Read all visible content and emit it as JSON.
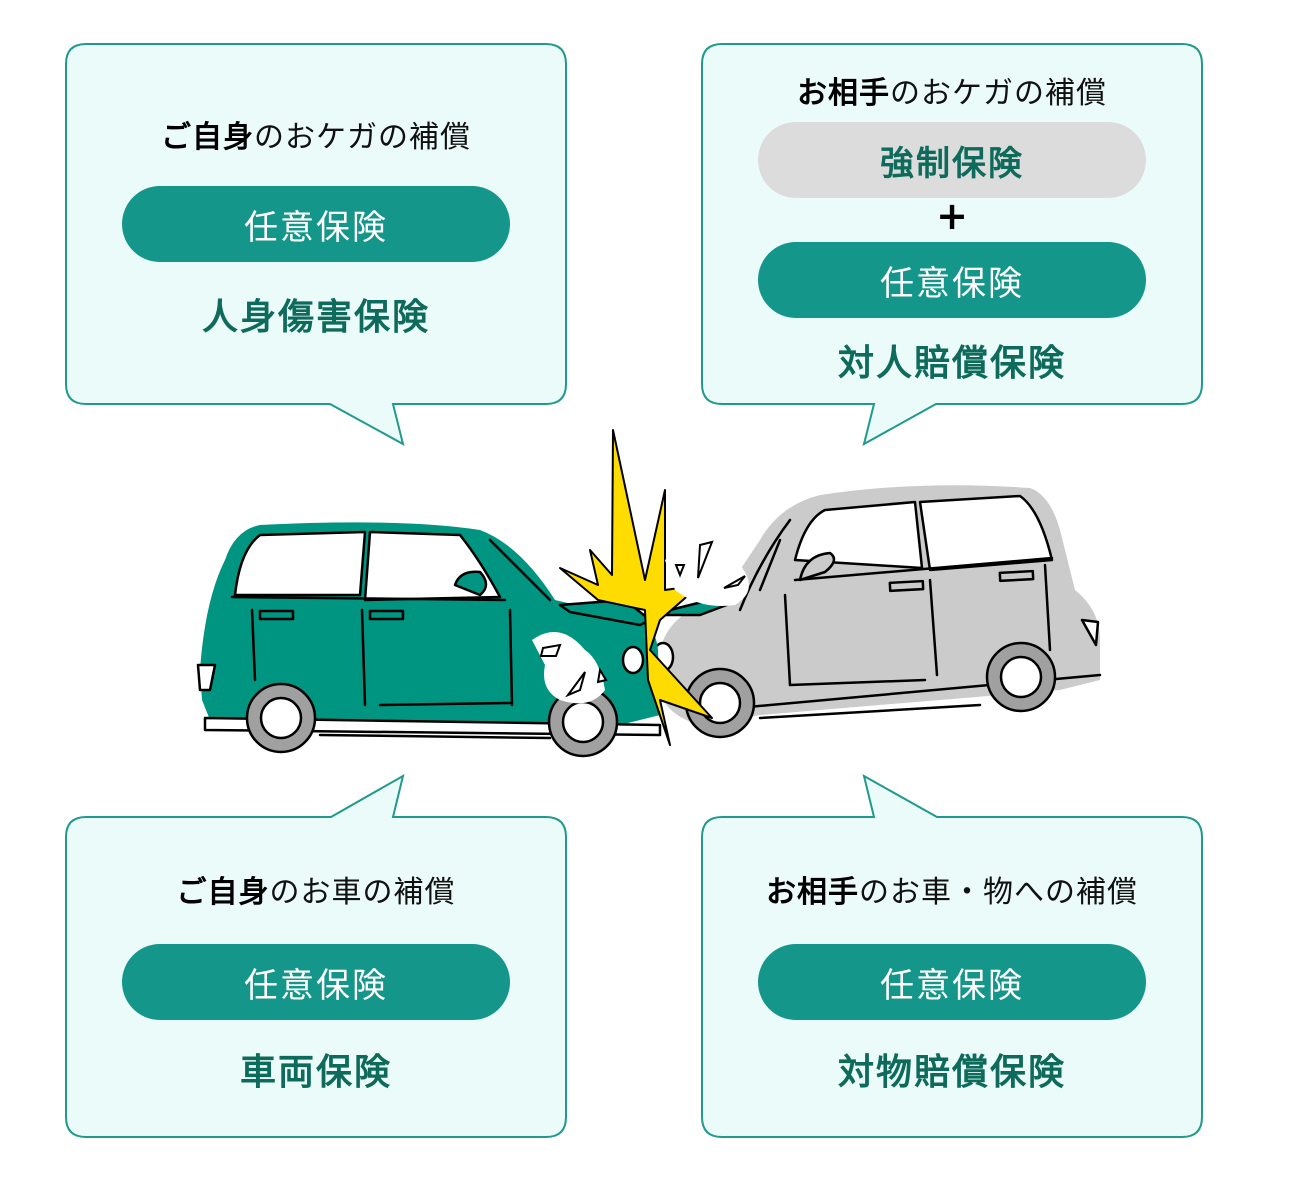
{
  "colors": {
    "bubble_fill": "#eafbf9",
    "bubble_stroke": "#1f9a8c",
    "pill_green": "#14968a",
    "pill_gray": "#dcdcdc",
    "coverage_text": "#0e6b5c",
    "car_green": "#009580",
    "car_gray": "#cbcbcb",
    "impact_yellow": "#ffdc00"
  },
  "bubbles": {
    "top_left": {
      "title_bold": "ご自身",
      "title_rest": "のおケガの補償",
      "pill": "任意保険",
      "coverage": "人身傷害保険"
    },
    "top_right": {
      "title_bold": "お相手",
      "title_rest": "のおケガの補償",
      "pill_mandatory": "強制保険",
      "plus": "+",
      "pill": "任意保険",
      "coverage": "対人賠償保険"
    },
    "bottom_left": {
      "title_bold": "ご自身",
      "title_rest": "のお車の補償",
      "pill": "任意保険",
      "coverage": "車両保険"
    },
    "bottom_right": {
      "title_bold": "お相手",
      "title_rest": "のお車・物への補償",
      "pill": "任意保険",
      "coverage": "対物賠償保険"
    }
  },
  "illustration": {
    "subject": "car-collision",
    "left_car": "green-minivan",
    "right_car": "gray-minivan"
  }
}
